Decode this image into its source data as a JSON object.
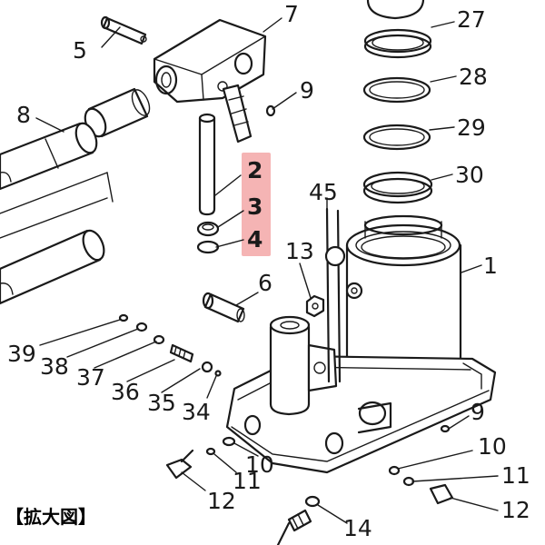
{
  "caption": "【拡大図】",
  "highlight_labels": [
    "2",
    "3",
    "4"
  ],
  "labels": {
    "p1": "1",
    "p5": "5",
    "p6": "6",
    "p7": "7",
    "p8": "8",
    "p9a": "9",
    "p9b": "9",
    "p10a": "10",
    "p10b": "10",
    "p11a": "11",
    "p11b": "11",
    "p12a": "12",
    "p12b": "12",
    "p13": "13",
    "p14": "14",
    "p27": "27",
    "p28": "28",
    "p29": "29",
    "p30": "30",
    "p34": "34",
    "p35": "35",
    "p36": "36",
    "p37": "37",
    "p38": "38",
    "p39": "39",
    "p45": "45",
    "p2": "2",
    "p3": "3",
    "p4": "4"
  },
  "colors": {
    "line": "#1a1a1a",
    "highlight": "#f3a7a7",
    "background": "#ffffff"
  }
}
